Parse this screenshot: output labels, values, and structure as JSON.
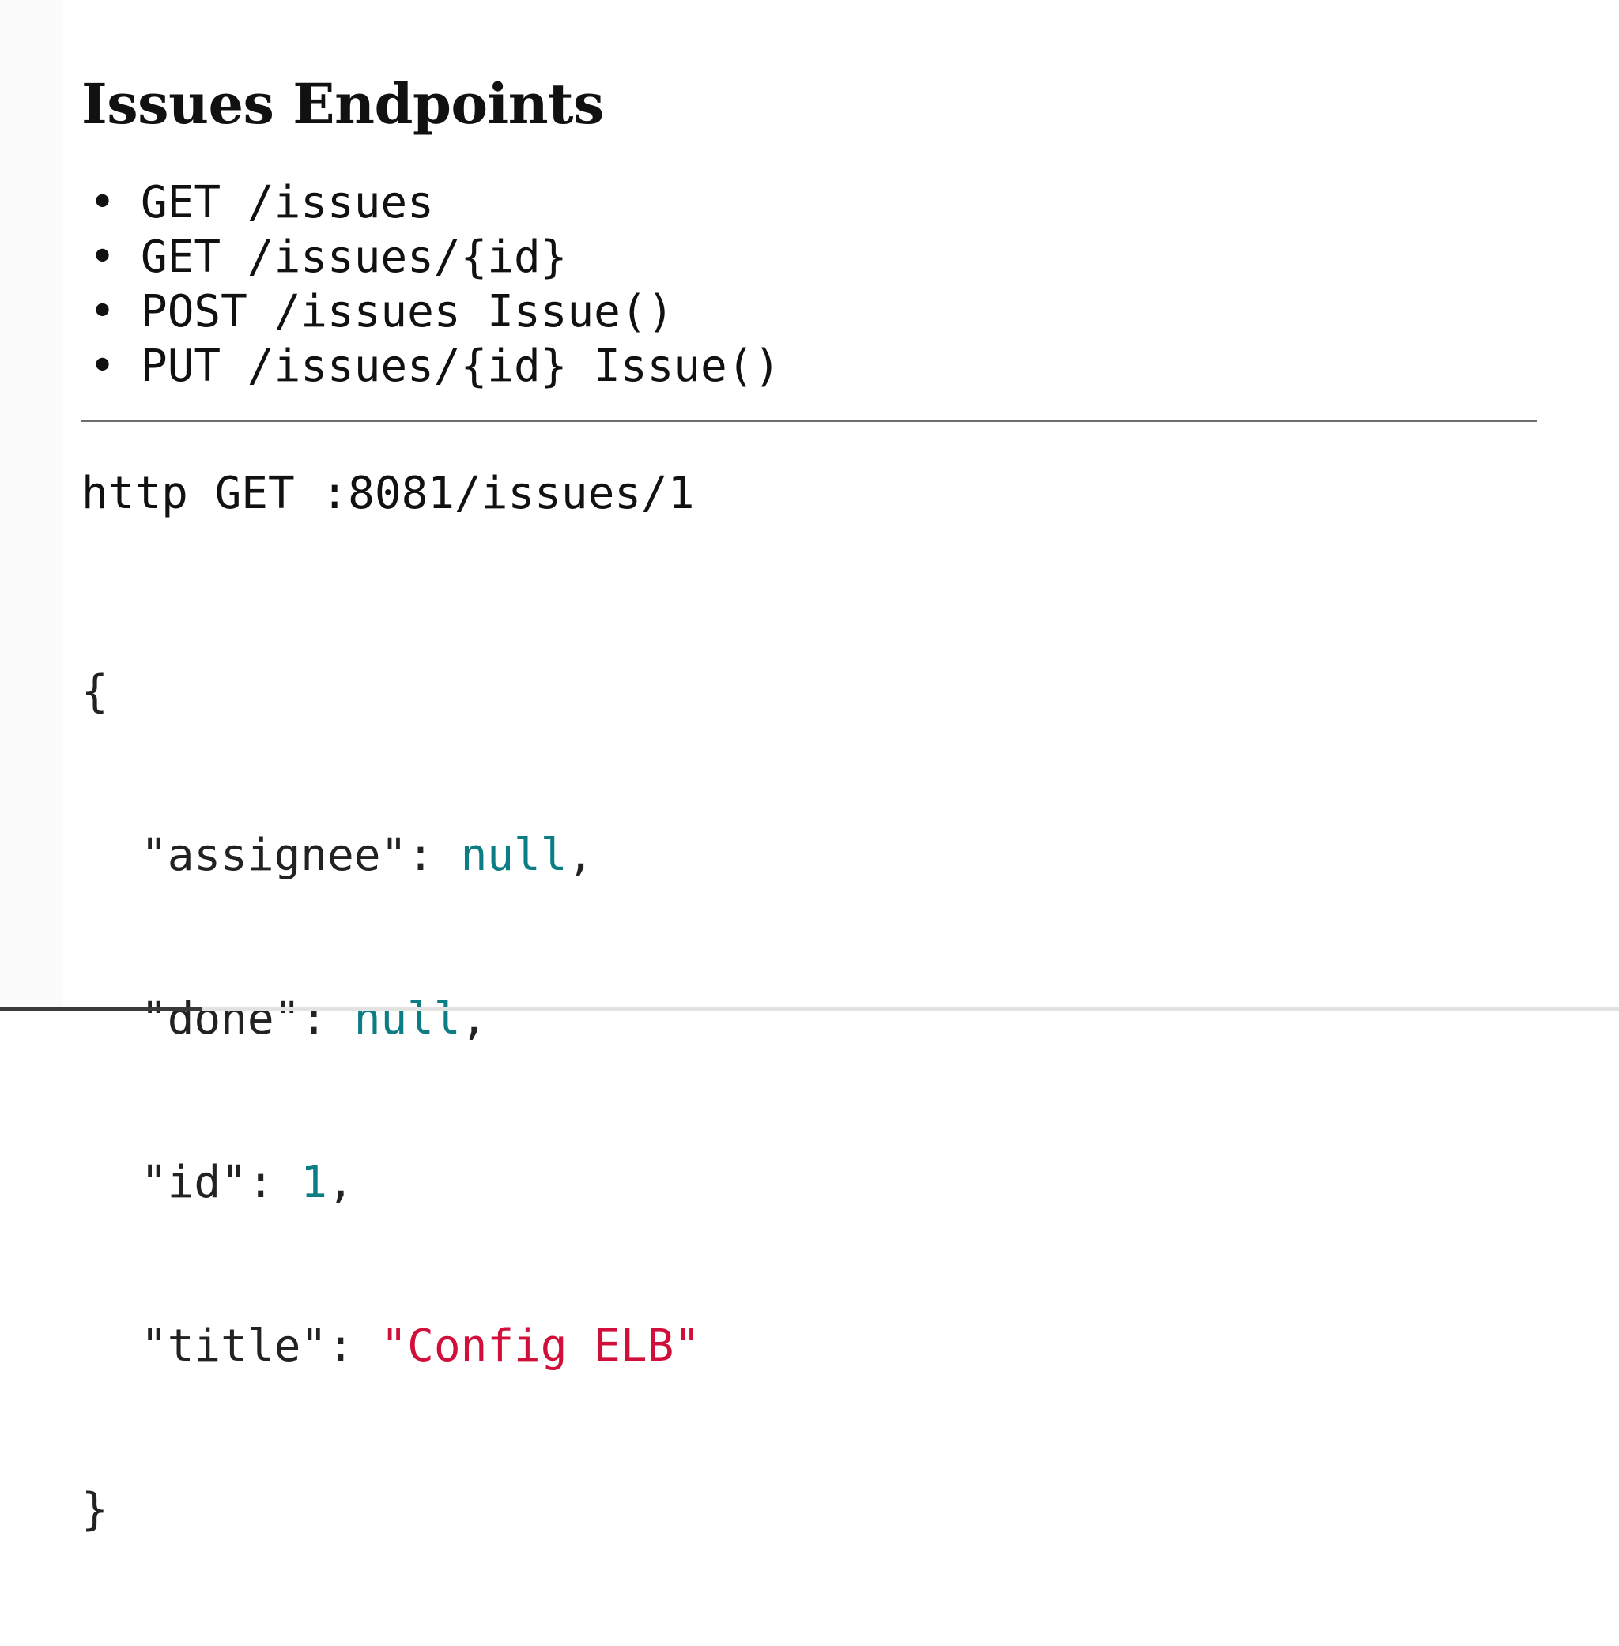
{
  "slide": {
    "title": "Issues Endpoints",
    "bullet_glyph": "•",
    "endpoints": [
      "GET /issues",
      "GET /issues/{id}",
      "POST /issues Issue()",
      "PUT /issues/{id} Issue()"
    ],
    "command": "http GET :8081/issues/1",
    "response": {
      "open_brace": "{",
      "close_brace": "}",
      "fields": [
        {
          "key": "\"assignee\"",
          "sep": ": ",
          "value": "null",
          "suffix": ",",
          "type": "null"
        },
        {
          "key": "\"done\"",
          "sep": ": ",
          "value": "null",
          "suffix": ",",
          "type": "null"
        },
        {
          "key": "\"id\"",
          "sep": ": ",
          "value": "1",
          "suffix": ",",
          "type": "number"
        },
        {
          "key": "\"title\"",
          "sep": ": ",
          "value": "\"Config ELB\"",
          "suffix": "",
          "type": "string"
        }
      ]
    }
  },
  "progress": {
    "fraction": 0.125
  },
  "colors": {
    "text": "#111111",
    "json_null_number": "#0c7d84",
    "json_string": "#d0103a",
    "divider": "#6e6e6e",
    "progress_fill": "#3a3a3a",
    "progress_track": "#e2e2e2"
  }
}
